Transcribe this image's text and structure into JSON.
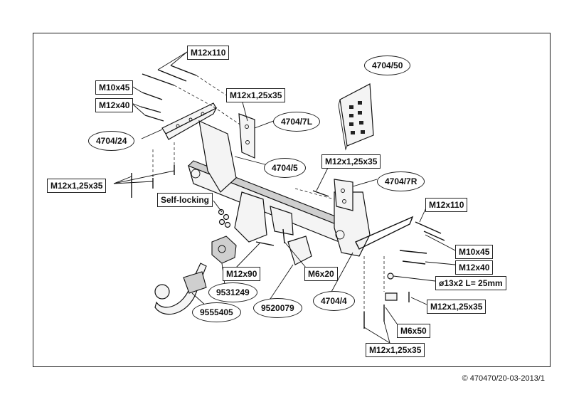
{
  "labels": {
    "m12x110_top": "M12x110",
    "m10x45_left": "M10x45",
    "m12x40_left": "M12x40",
    "m12x125x35_top": "M12x1,25x35",
    "p4704_50": "4704/50",
    "p4704_7l": "4704/7L",
    "p4704_24": "4704/24",
    "p4704_5": "4704/5",
    "m12x125x35_mid": "M12x1,25x35",
    "p4704_7r": "4704/7R",
    "m12x125x35_left": "M12x1,25x35",
    "self_locking": "Self-locking",
    "m12x110_right": "M12x110",
    "m10x45_right": "M10x45",
    "m12x90": "M12x90",
    "m6x20": "M6x20",
    "m12x40_right": "M12x40",
    "d13": "ø13x2 L= 25mm",
    "p9531249": "9531249",
    "p9520079": "9520079",
    "p4704_4": "4704/4",
    "m12x125x35_right": "M12x1,25x35",
    "p9555405": "9555405",
    "m6x50": "M6x50",
    "m12x125x35_bottom": "M12x1,25x35"
  },
  "copyright": "© 470470/20-03-2013/1"
}
